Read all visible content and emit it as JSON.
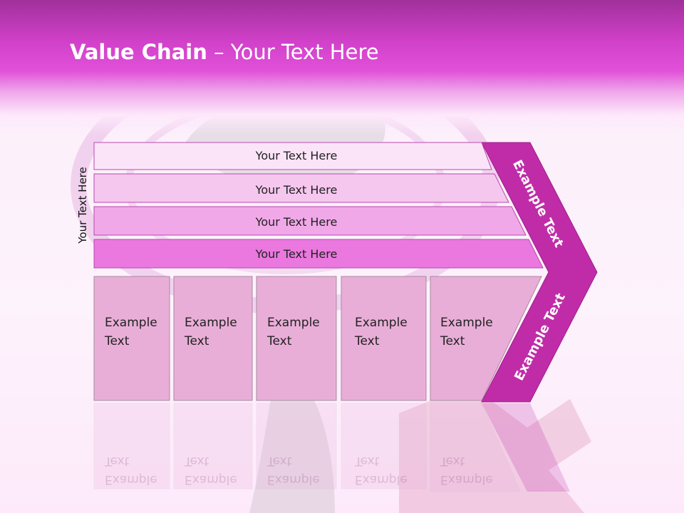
{
  "slide": {
    "title_bold": "Value Chain",
    "title_rest": " – Your Text Here",
    "side_label": "Your Text Here",
    "rows": [
      {
        "label": "Your Text Here"
      },
      {
        "label": "Your Text Here"
      },
      {
        "label": "Your Text Here"
      },
      {
        "label": "Your Text Here"
      }
    ],
    "columns": [
      {
        "text": "Example\nText"
      },
      {
        "text": "Example\nText"
      },
      {
        "text": "Example\nText"
      },
      {
        "text": "Example\nText"
      },
      {
        "text": "Example\nText"
      }
    ],
    "arrow_top_text": "Example Text",
    "arrow_bottom_text": "Example Text"
  },
  "colors": {
    "header": "#d040c8",
    "arrow": "#c02ca8",
    "row_fills": [
      "#fbe4f8",
      "#f5c7ef",
      "#f1a8e8",
      "#ea78df"
    ],
    "column_fill": "#e9aed8"
  }
}
